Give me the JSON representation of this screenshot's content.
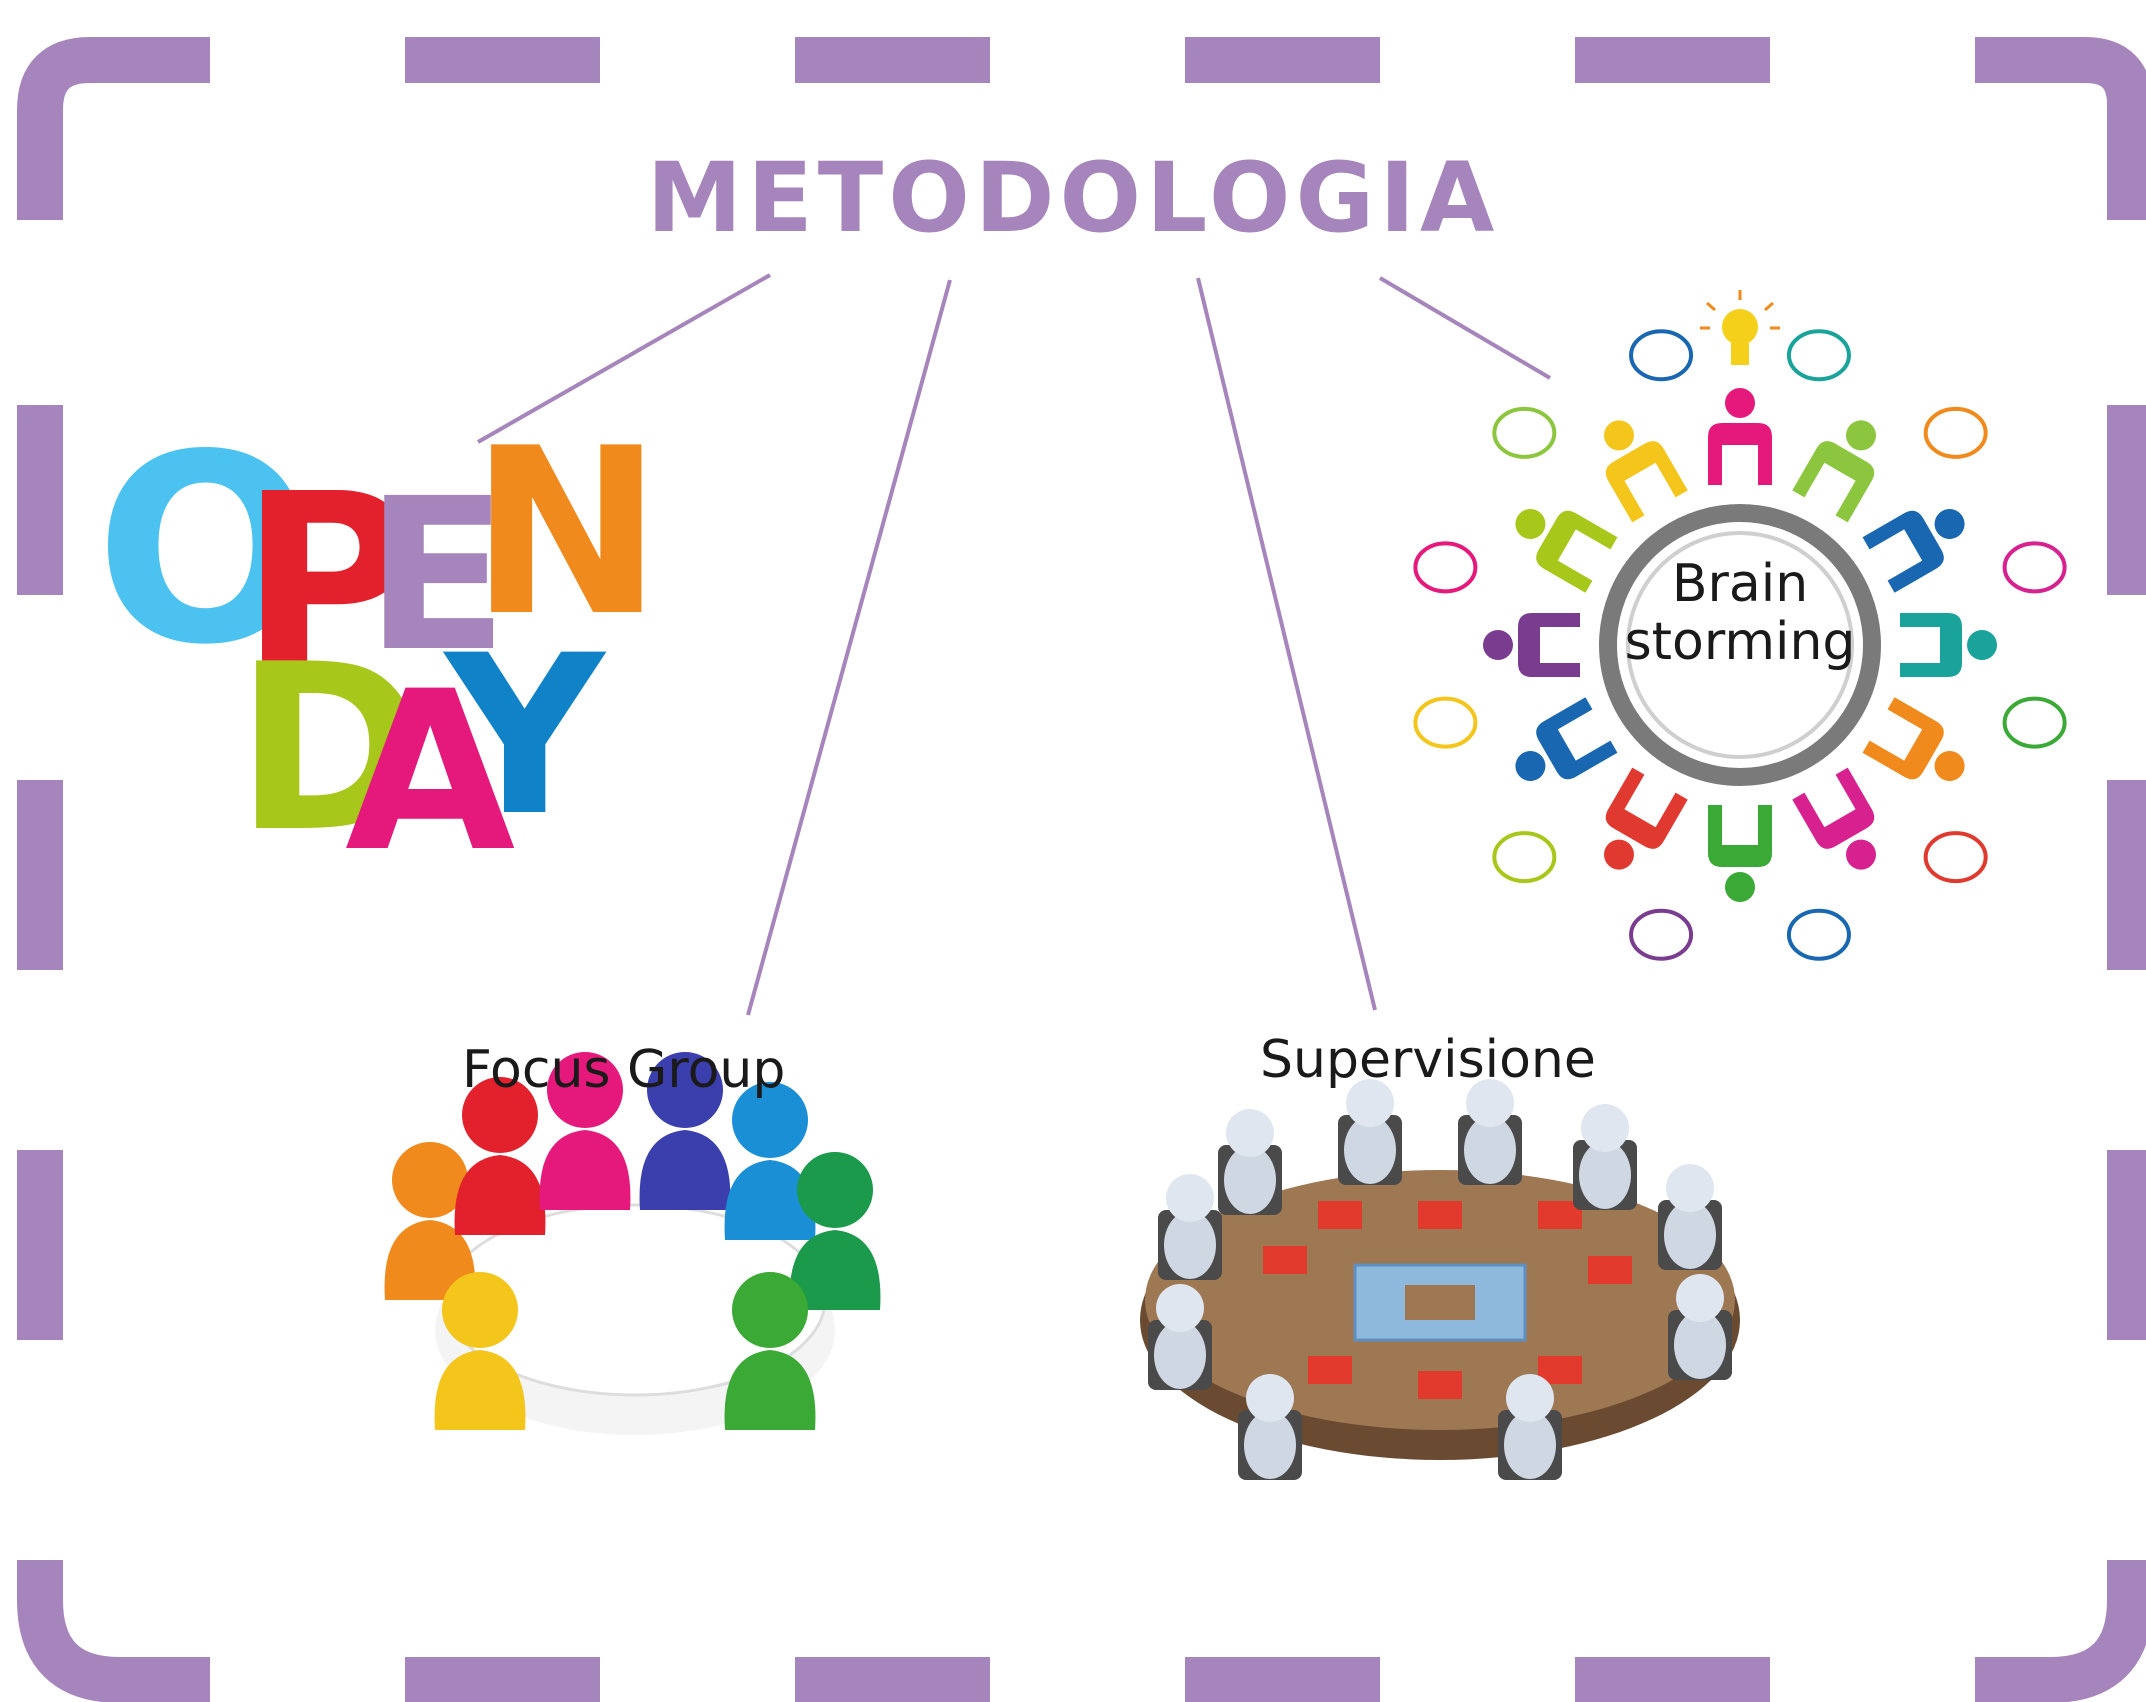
{
  "title": "METODOLOGIA",
  "nodes": {
    "open_day": {
      "line1": "OPEN",
      "line2": "DAY"
    },
    "brainstorming": {
      "line1": "Brain",
      "line2": "storming"
    },
    "focus_group": {
      "label": "Focus Group"
    },
    "supervisione": {
      "label": "Supervisione"
    }
  },
  "colors": {
    "accent": "#a585bb",
    "open_day_letters": [
      "#4cc2f1",
      "#e3212d",
      "#a585bb",
      "#f08a1c",
      "#a7c81a",
      "#e5197b",
      "#0f82c8"
    ],
    "people": [
      "#e5197b",
      "#8cc63f",
      "#1a67b1",
      "#1aa39a",
      "#f08a1c",
      "#d6218f",
      "#3aa935",
      "#e03a30",
      "#1a67b1",
      "#7a3c8f",
      "#a7c81a",
      "#f4c51b"
    ]
  }
}
